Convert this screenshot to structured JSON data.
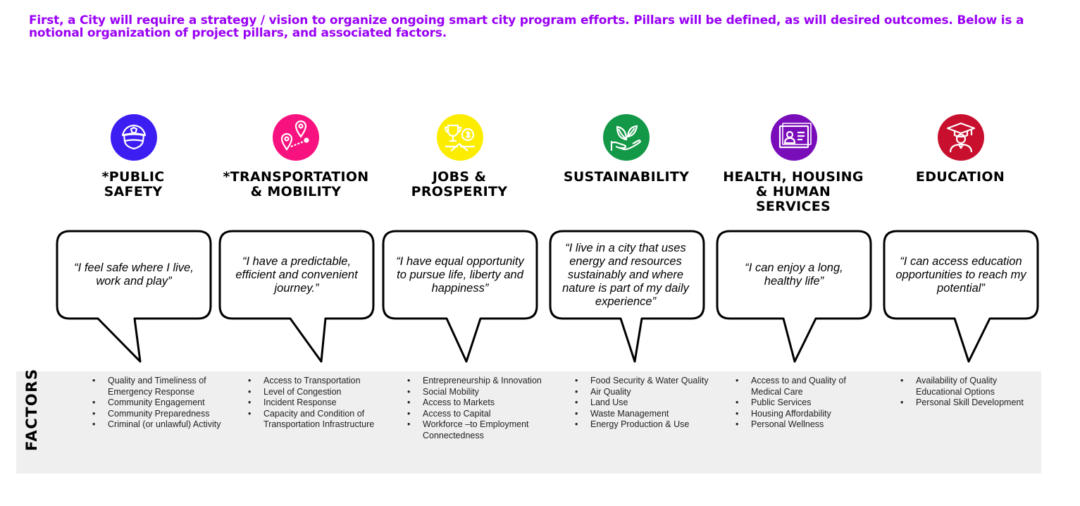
{
  "intro": "First, a City will require a strategy / vision to organize ongoing smart city program efforts. Pillars will be defined, as will desired outcomes. Below is a notional organization of project pillars, and associated factors.",
  "factors_label": "FACTORS",
  "pillars": [
    {
      "title": "*PUBLIC\nSAFETY",
      "icon": "police-cap-icon",
      "color": "#3C1EF2",
      "quote": "“I feel safe where I live, work and play”",
      "factors": [
        "Quality and Timeliness of Emergency Response",
        "Community Engagement",
        "Community Preparedness",
        "Criminal (or unlawful) Activity"
      ]
    },
    {
      "title": "*TRANSPORTATION\n& MOBILITY",
      "icon": "map-pins-route-icon",
      "color": "#F8127F",
      "quote": "“I have a predictable, efficient and convenient journey.”",
      "factors": [
        "Access to Transportation",
        "Level of Congestion",
        "Incident Response",
        "Capacity and Condition of Transportation Infrastructure"
      ]
    },
    {
      "title": "JOBS &\nPROSPERITY",
      "icon": "trophy-coin-hand-icon",
      "color": "#FCEC00",
      "quote": "“I have equal opportunity to pursue life, liberty and happiness”",
      "factors": [
        "Entrepreneurship & Innovation",
        "Social Mobility",
        "Access to Markets",
        "Access to Capital",
        "Workforce –to Employment Connectedness"
      ]
    },
    {
      "title": "SUSTAINABILITY",
      "icon": "leaves-hand-icon",
      "color": "#129846",
      "quote": "“I live in a city that uses energy and resources sustainably and where nature is part of my daily experience”",
      "factors": [
        "Food Security & Water Quality",
        "Air Quality",
        "Land Use",
        "Waste Management",
        "Energy Production & Use"
      ]
    },
    {
      "title": "HEALTH, HOUSING\n& HUMAN\nSERVICES",
      "icon": "id-card-icon",
      "color": "#7A0DBA",
      "quote": "“I can enjoy a long, healthy life”",
      "factors": [
        "Access to and Quality of Medical Care",
        "Public Services",
        "Housing Affordability",
        "Personal Wellness"
      ]
    },
    {
      "title": "EDUCATION",
      "icon": "graduate-icon",
      "color": "#C8102E",
      "quote": "“I can access education opportunities to reach my potential”",
      "factors": [
        "Availability of Quality Educational Options",
        "Personal Skill Development"
      ]
    }
  ]
}
